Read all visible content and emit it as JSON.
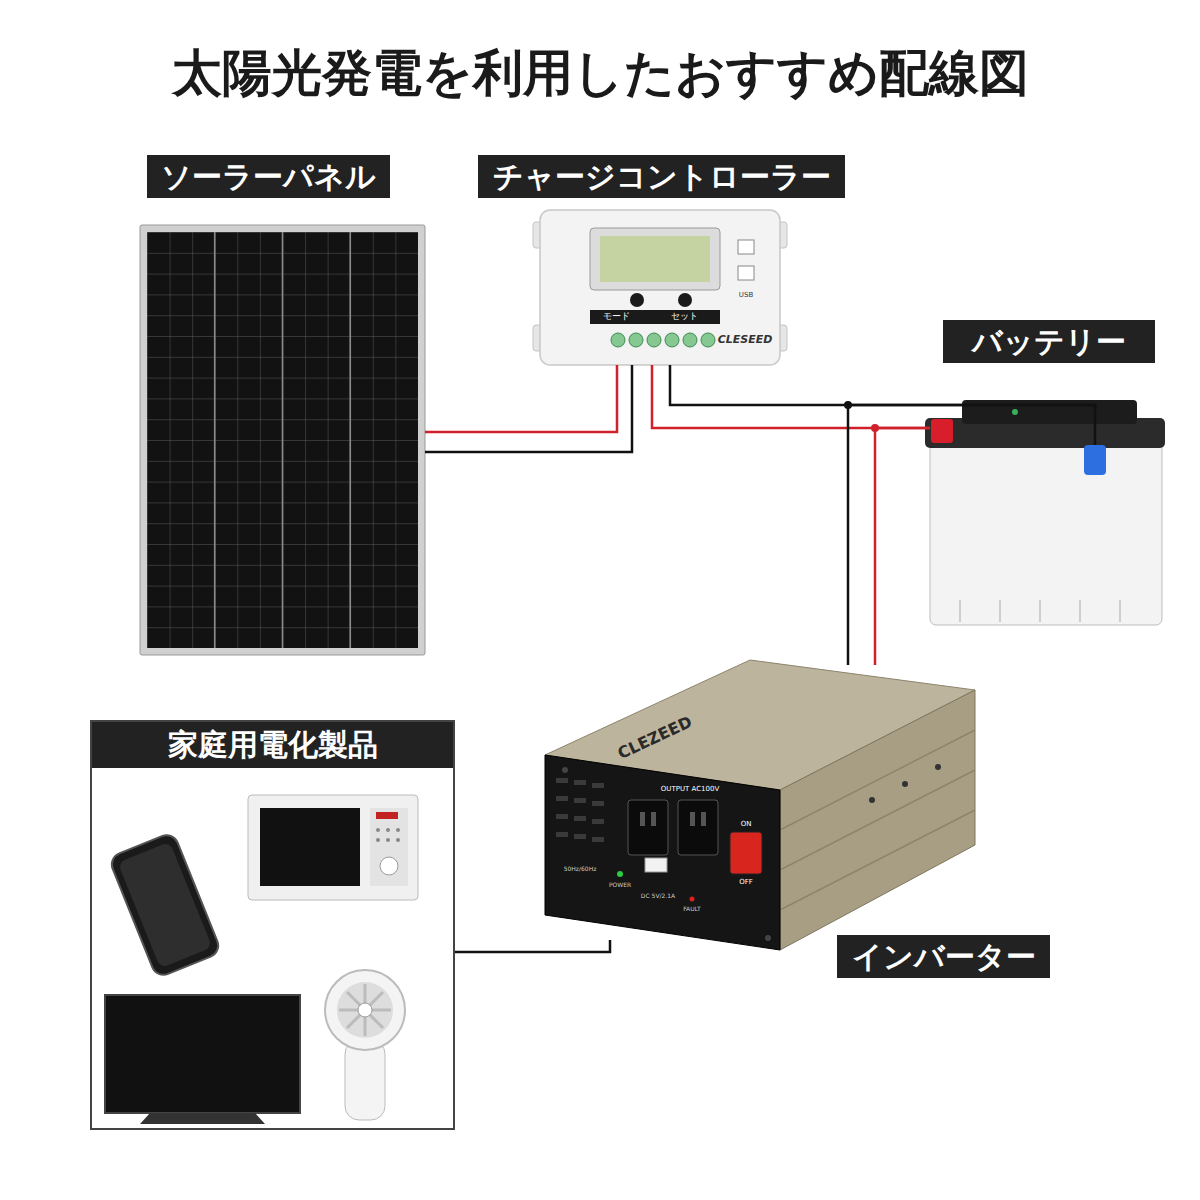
{
  "diagram": {
    "title": "太陽光発電を利用したおすすめ配線図",
    "nodes": [
      {
        "text": [
          "ソーラーパネル"
        ]
      },
      {
        "text": [
          "チャージコントローラー"
        ]
      },
      {
        "text": [
          "バッテリー"
        ]
      },
      {
        "text": [
          "家庭用電化製品"
        ]
      },
      {
        "text": [
          "インバーター"
        ]
      }
    ],
    "edges": [
      {
        "from": 0,
        "to": 1,
        "arrow": "none"
      },
      {
        "from": 1,
        "to": 2,
        "arrow": "none"
      },
      {
        "from": 2,
        "to": 4,
        "arrow": "none"
      },
      {
        "from": 4,
        "to": 3,
        "arrow": "none"
      }
    ],
    "labels": [
      "モード",
      "セット",
      "USB",
      "CLESEED",
      "CLEZEED",
      "OUTPUT AC100V",
      "50Hz/60Hz",
      "POWER",
      "DC 5V/2.1A",
      "FAULT",
      "ON",
      "OFF"
    ]
  }
}
